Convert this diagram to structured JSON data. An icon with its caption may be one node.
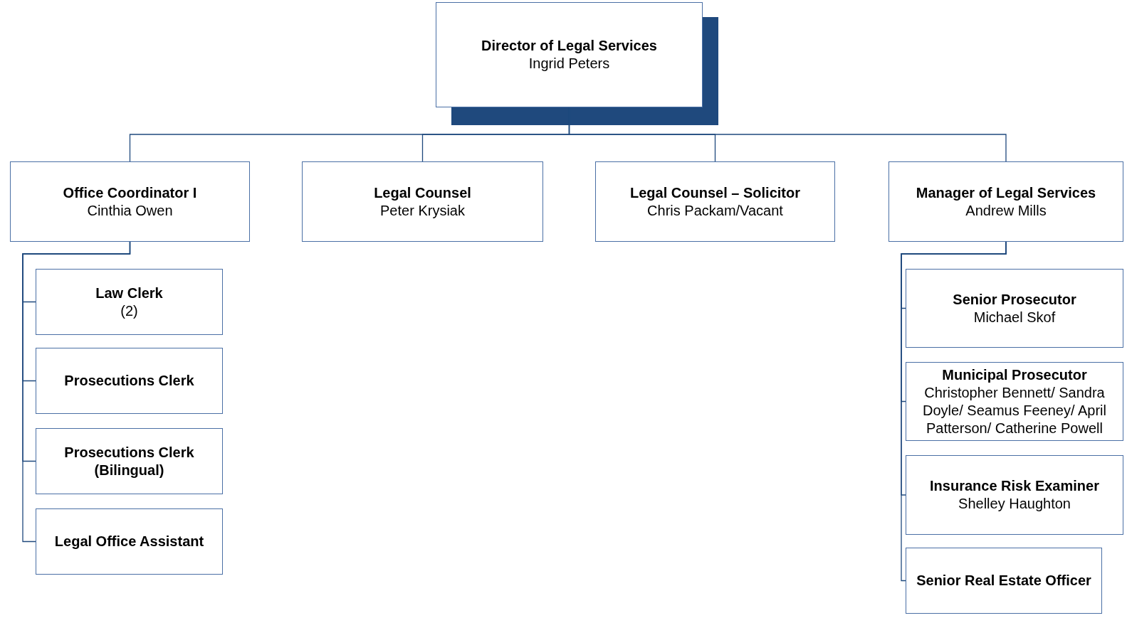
{
  "diagram": {
    "nodes": [
      {
        "text": [
          "Director of Legal Services",
          "Ingrid Peters"
        ]
      },
      {
        "text": [
          "Office Coordinator I",
          "Cinthia Owen"
        ]
      },
      {
        "text": [
          "Legal Counsel",
          "Peter Krysiak"
        ]
      },
      {
        "text": [
          "Legal Counsel – Solicitor",
          "Chris Packam/Vacant"
        ]
      },
      {
        "text": [
          "Manager of Legal Services",
          "Andrew Mills"
        ]
      },
      {
        "text": [
          "Law Clerk",
          "(2)"
        ]
      },
      {
        "text": [
          "Prosecutions Clerk"
        ]
      },
      {
        "text": [
          "Prosecutions Clerk (Bilingual)"
        ]
      },
      {
        "text": [
          "Legal Office Assistant"
        ]
      },
      {
        "text": [
          "Senior Prosecutor",
          "Michael Skof"
        ]
      },
      {
        "text": [
          "Municipal Prosecutor",
          "Christopher Bennett/ Sandra Doyle/ Seamus Feeney/ April Patterson/ Catherine Powell"
        ]
      },
      {
        "text": [
          "Insurance Risk Examiner",
          "Shelley Haughton"
        ]
      },
      {
        "text": [
          "Senior Real Estate Officer"
        ]
      }
    ],
    "edges": [
      {
        "from": 0,
        "to": 1,
        "arrow": "none"
      },
      {
        "from": 0,
        "to": 2,
        "arrow": "none"
      },
      {
        "from": 0,
        "to": 3,
        "arrow": "none"
      },
      {
        "from": 0,
        "to": 4,
        "arrow": "none"
      },
      {
        "from": 1,
        "to": 5,
        "arrow": "none"
      },
      {
        "from": 1,
        "to": 6,
        "arrow": "none"
      },
      {
        "from": 1,
        "to": 7,
        "arrow": "none"
      },
      {
        "from": 1,
        "to": 8,
        "arrow": "none"
      },
      {
        "from": 4,
        "to": 9,
        "arrow": "none"
      },
      {
        "from": 4,
        "to": 10,
        "arrow": "none"
      },
      {
        "from": 4,
        "to": 11,
        "arrow": "none"
      },
      {
        "from": 4,
        "to": 12,
        "arrow": "none"
      }
    ]
  }
}
